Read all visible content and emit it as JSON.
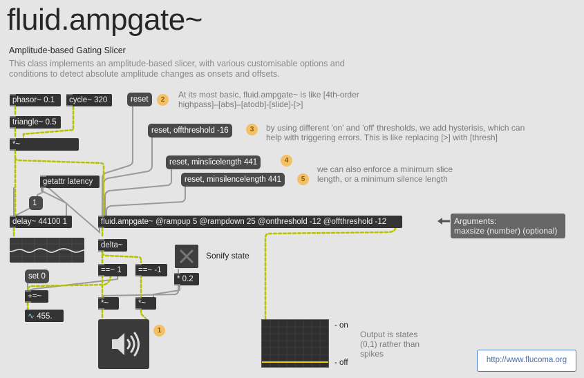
{
  "header": {
    "title": "fluid.ampgate~",
    "subtitle": "Amplitude-based Gating Slicer",
    "description": "This class implements an amplitude-based slicer, with various customisable options and conditions to detect absolute amplitude changes as onsets and offsets."
  },
  "objects": {
    "phasor": "phasor~ 0.1",
    "cycle": "cycle~ 320",
    "triangle": "triangle~ 0.5",
    "mult": "*~",
    "getattr": "getattr latency",
    "delay": "delay~ 44100 1",
    "ampgate": "fluid.ampgate~ @rampup 5 @rampdown 25 @onthreshold -12 @offthreshold -12",
    "delta": "delta~",
    "eq1": "==~ 1",
    "eqneg1": "==~ -1",
    "mult02": "* 0.2",
    "plusequal": "+=~",
    "mult_left": "*~",
    "mult_right": "*~"
  },
  "messages": {
    "reset": "reset",
    "reset_offthreshold": "reset, offthreshold -16",
    "reset_minslicelength": "reset, minslicelength 441",
    "reset_minsilencelength": "reset, minsilencelength 441",
    "set0": "set 0",
    "one": "1"
  },
  "badges": [
    "2",
    "3",
    "4",
    "5",
    "1"
  ],
  "comments": {
    "c2": "At its most basic, fluid.ampgate~ is like [4th-order highpass]–[abs]–[atodb]-[slide]-[>]",
    "c3": "by using different 'on' and 'off' thresholds, we add hysterisis, which can help with triggering errors. This is like replacing [>] with [thresh]",
    "c5": "we can also enforce a minimum slice length, or a minimum silence length",
    "sonify": "Sonify state",
    "output": "Output is states (0,1) rather than spikes",
    "on": "- on",
    "off": "- off"
  },
  "args": {
    "title": "Arguments:",
    "body": "maxsize (number) (optional)"
  },
  "number_display": "455.",
  "link": "http://www.flucoma.org",
  "colors": {
    "accent_badge": "#f3c068",
    "link": "#4a7bc8",
    "signal_wire": "#b6c400",
    "meter_line": "#f2d000"
  }
}
